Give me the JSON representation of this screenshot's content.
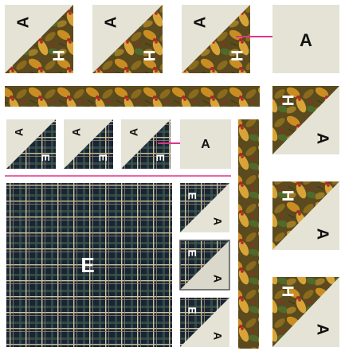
{
  "colors": {
    "background": "#ffffff",
    "cream": "#e4e3d5",
    "leaf_base": "#5a4a1e",
    "plaid_base": "#1b2436",
    "plaid_line": "#c9c29a",
    "arrow": "#e0338c",
    "divider": "#e0338c",
    "outline": "#555555"
  },
  "labels": {
    "a": "A",
    "h": "H",
    "e": "E"
  },
  "patterns": {
    "leaf_fabric": "autumn-leaves-print",
    "plaid_fabric": "navy-plaid-print"
  }
}
